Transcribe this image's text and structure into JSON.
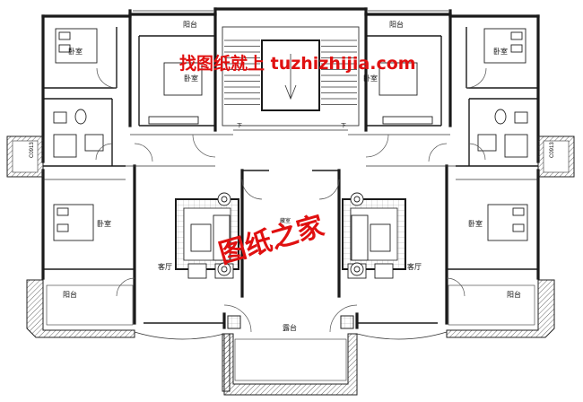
{
  "rooms": {
    "balcony_top_left": "阳台",
    "balcony_top_right": "阳台",
    "bedroom_top_left": "卧室",
    "bedroom_top_center_left": "卧室",
    "bedroom_top_center_right": "卧室",
    "bedroom_top_right": "卧室",
    "bedroom_mid_left": "卧室",
    "bedroom_mid_right": "卧室",
    "living_left": "客厅",
    "living_right": "客厅",
    "balcony_bottom_left": "阳台",
    "balcony_bottom_right": "阳台",
    "terrace": "露台",
    "center_room": "藏室"
  },
  "stair_labels": {
    "down_left": "下",
    "down_right": "下"
  },
  "window_tags": {
    "left": "C0913",
    "right": "C0913"
  },
  "watermarks": {
    "top": "找图纸就上 tuzhizhijia.com",
    "middle": "图纸之家"
  },
  "colors": {
    "watermark": "#e01010",
    "wall": "#1a1a1a",
    "background": "#ffffff"
  }
}
